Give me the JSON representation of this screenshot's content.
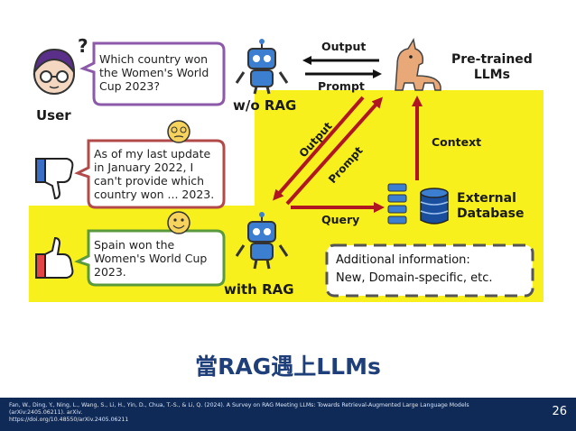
{
  "bubbles": {
    "question": [
      "Which country won",
      "the Women's World",
      "Cup 2023?"
    ],
    "norag_answer": [
      "As of my last update",
      "in January 2022, I",
      "can't provide which",
      "country won ... 2023."
    ],
    "rag_answer": [
      "Spain won the",
      "Women's World Cup",
      "2023."
    ]
  },
  "labels": {
    "user": "User",
    "without_rag": "w/o RAG",
    "with_rag": "with RAG",
    "output_top": "Output",
    "prompt_top": "Prompt",
    "pretrained": [
      "Pre-trained",
      "LLMs"
    ],
    "output_diag": "Output",
    "prompt_diag": "Prompt",
    "context": "Context",
    "query": "Query",
    "external_db": [
      "External",
      "Database"
    ]
  },
  "info_box": [
    "Additional information:",
    "New, Domain-specific, etc."
  ],
  "title": "當RAG遇上LLMs",
  "citation": [
    "Fan, W., Ding, Y., Ning, L., Wang, S., Li, H., Yin, D., Chua, T.-S., & Li, Q. (2024). A Survey on RAG Meeting LLMs: Towards Retrieval-Augmented Large Language Models (arXiv:2405.06211). arXiv.",
    "https://doi.org/10.48550/arXiv.2405.06211"
  ],
  "page_number": "26",
  "colors": {
    "highlight_yellow": "#f7f01d",
    "arrow_red": "#b01622",
    "question_border": "#8c5aa8",
    "norag_border": "#b24a4a",
    "rag_border": "#5a9a3c",
    "robot_blue": "#3c7fd0",
    "footer_bg": "#0f2a57"
  },
  "icons": [
    "user-girl-icon",
    "thumbs-down-icon",
    "thumbs-up-icon",
    "confused-face-icon",
    "smile-face-icon",
    "robot-icon",
    "llama-icon",
    "database-icon"
  ]
}
